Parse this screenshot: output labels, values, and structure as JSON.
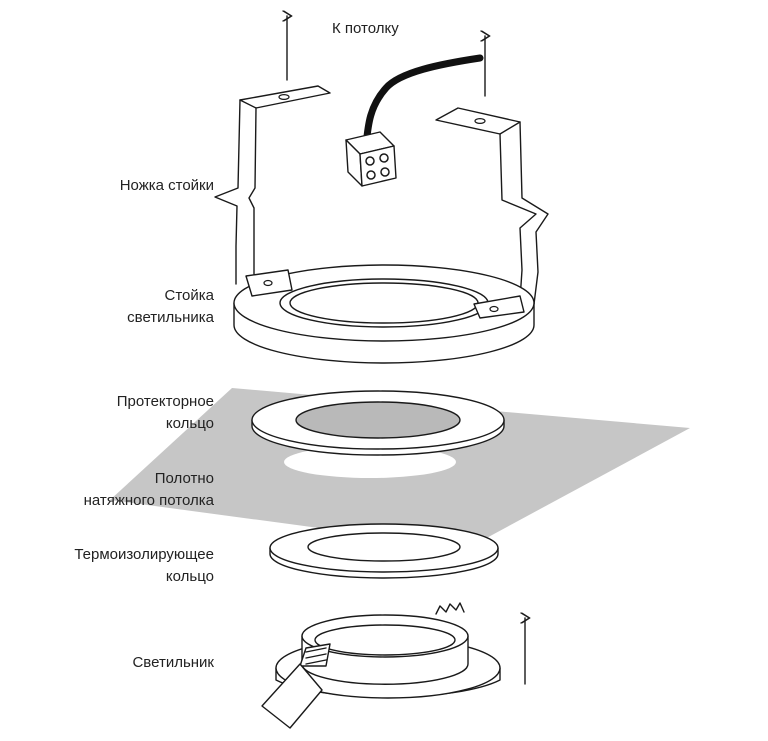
{
  "labels": {
    "to_ceiling": "К потолку",
    "bracket_leg_1": "Ножка стойки",
    "luminaire_mount_1": "Стойка",
    "luminaire_mount_2": "светильника",
    "protector_ring_1": "Протекторное",
    "protector_ring_2": "кольцо",
    "ceiling_film_1": "Полотно",
    "ceiling_film_2": "натяжного потолка",
    "thermal_ring_1": "Термоизолирующее",
    "thermal_ring_2": "кольцо",
    "luminaire": "Светильник"
  },
  "colors": {
    "line": "#1a1a1a",
    "ceiling_film": "#c6c6c6",
    "protector_inner": "#b9b9b9",
    "label_text": "#222222"
  }
}
